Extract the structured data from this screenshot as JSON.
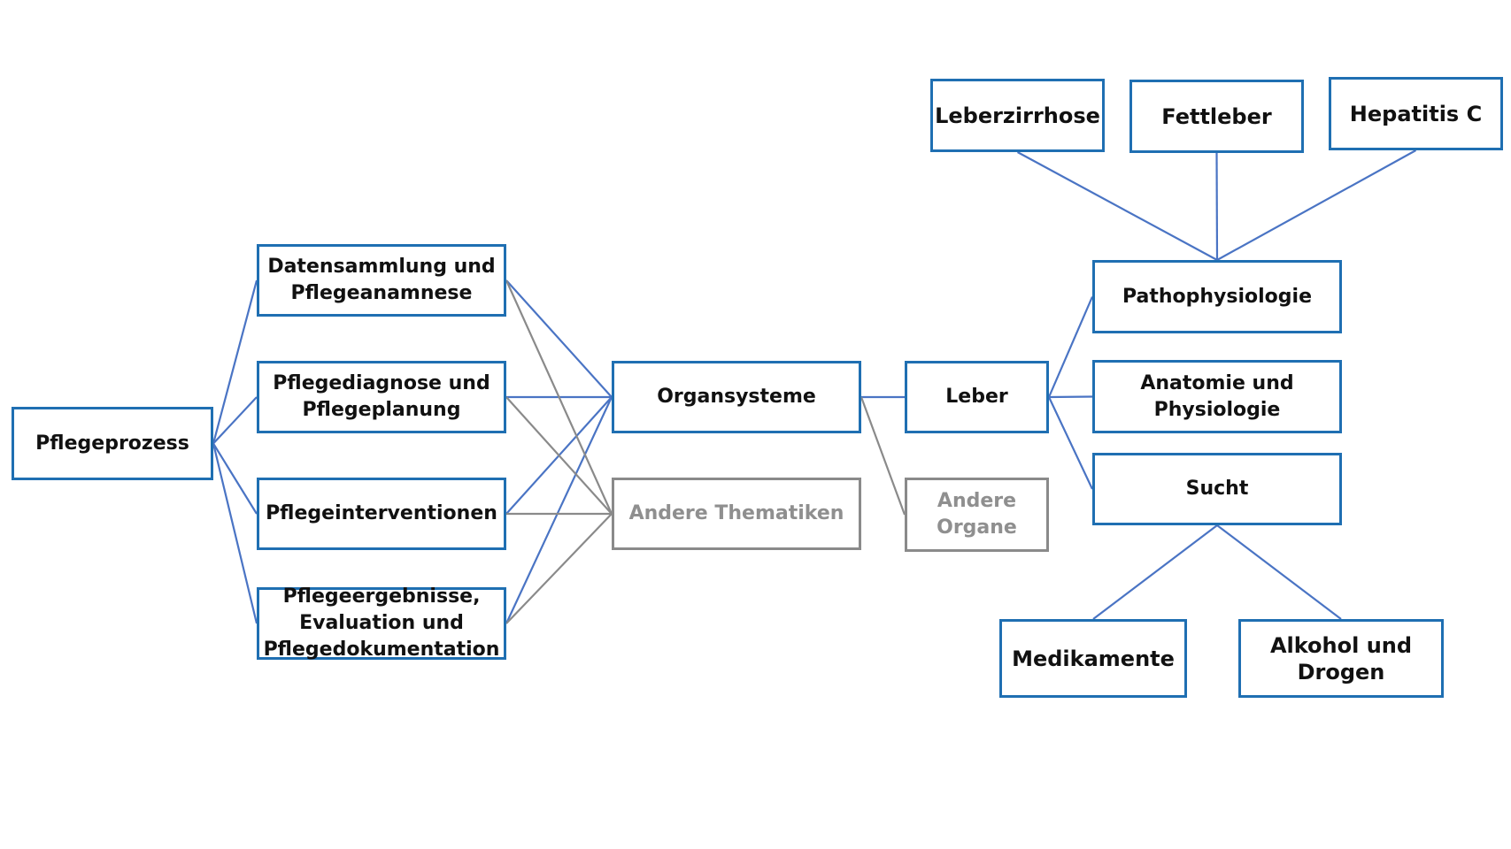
{
  "colors": {
    "node_border": "#1f6fb2",
    "edge_blue": "#4a74c4",
    "edge_gray": "#8a8a8a",
    "muted_text": "#8f8f8f"
  },
  "nodes": {
    "pflegeprozess": "Pflegeprozess",
    "datensammlung": "Datensammlung und\nPflegeanamnese",
    "pflegediagnose": "Pflegediagnose und\nPflegeplanung",
    "pflegeinterventionen": "Pflegeinterventionen",
    "pflegeergebnisse": "Pflegeergebnisse,\nEvaluation und\nPflegedokumentation",
    "organsysteme": "Organsysteme",
    "andere_thematiken": "Andere Thematiken",
    "leber": "Leber",
    "andere_organe": "Andere\nOrgane",
    "pathophysiologie": "Pathophysiologie",
    "anatomie": "Anatomie und\nPhysiologie",
    "sucht": "Sucht",
    "leberzirrhose": "Leberzirrhose",
    "fettleber": "Fettleber",
    "hepatitis_c": "Hepatitis C",
    "medikamente": "Medikamente",
    "alkohol": "Alkohol und\nDrogen"
  },
  "edges": [
    {
      "from": "pflegeprozess",
      "to": "datensammlung",
      "style": "blue"
    },
    {
      "from": "pflegeprozess",
      "to": "pflegediagnose",
      "style": "blue"
    },
    {
      "from": "pflegeprozess",
      "to": "pflegeinterventionen",
      "style": "blue"
    },
    {
      "from": "pflegeprozess",
      "to": "pflegeergebnisse",
      "style": "blue"
    },
    {
      "from": "datensammlung",
      "to": "organsysteme",
      "style": "blue"
    },
    {
      "from": "pflegediagnose",
      "to": "organsysteme",
      "style": "blue"
    },
    {
      "from": "pflegeinterventionen",
      "to": "organsysteme",
      "style": "blue"
    },
    {
      "from": "pflegeergebnisse",
      "to": "organsysteme",
      "style": "blue"
    },
    {
      "from": "datensammlung",
      "to": "andere_thematiken",
      "style": "gray"
    },
    {
      "from": "pflegediagnose",
      "to": "andere_thematiken",
      "style": "gray"
    },
    {
      "from": "pflegeinterventionen",
      "to": "andere_thematiken",
      "style": "gray"
    },
    {
      "from": "pflegeergebnisse",
      "to": "andere_thematiken",
      "style": "gray"
    },
    {
      "from": "organsysteme",
      "to": "leber",
      "style": "blue"
    },
    {
      "from": "organsysteme",
      "to": "andere_organe",
      "style": "gray"
    },
    {
      "from": "leber",
      "to": "pathophysiologie",
      "style": "blue"
    },
    {
      "from": "leber",
      "to": "anatomie",
      "style": "blue"
    },
    {
      "from": "leber",
      "to": "sucht",
      "style": "blue"
    },
    {
      "from": "pathophysiologie",
      "to": "leberzirrhose",
      "style": "blue"
    },
    {
      "from": "pathophysiologie",
      "to": "fettleber",
      "style": "blue"
    },
    {
      "from": "pathophysiologie",
      "to": "hepatitis_c",
      "style": "blue"
    },
    {
      "from": "sucht",
      "to": "medikamente",
      "style": "blue"
    },
    {
      "from": "sucht",
      "to": "alkohol",
      "style": "blue"
    }
  ]
}
